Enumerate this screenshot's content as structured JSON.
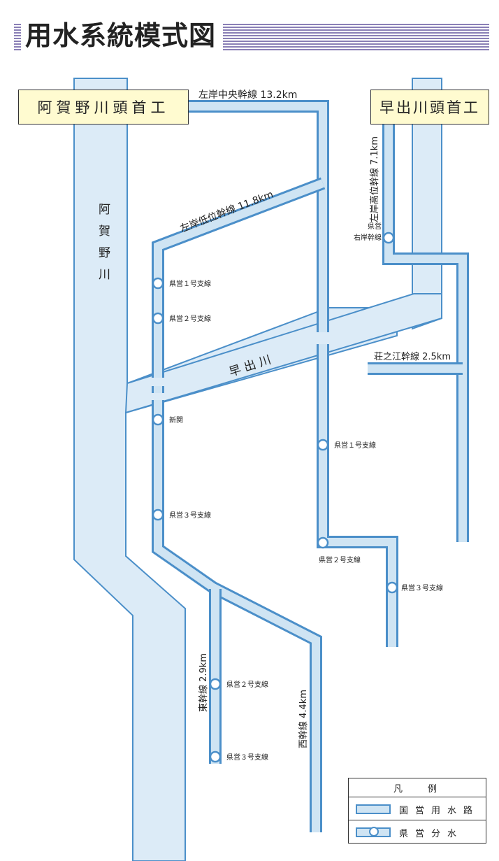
{
  "title": "用水系統模式図",
  "headworks": {
    "left": "阿賀野川頭首工",
    "right": "早出川頭首工"
  },
  "rivers": {
    "agano": "阿賀野川",
    "hayade": "早 出 川"
  },
  "canals": {
    "left_central": "左岸中央幹線 13.2km",
    "left_low": "左岸低位幹線 11.8km",
    "left_high": "左岸高位幹線 7.1km",
    "shonoe": "荘之江幹線 2.5km",
    "east": "東幹線 2.9km",
    "west": "西幹線 4.4km"
  },
  "offtakes": {
    "migi": "県営右岸幹線",
    "low_1": "県営１号支線",
    "low_2": "県営２号支線",
    "shinseki": "新関",
    "low_3": "県営３号支線",
    "central_1": "県営１号支線",
    "central_2": "県営２号支線",
    "central_3": "県営３号支線",
    "east_2": "県営２号支線",
    "east_3": "県営３号支線"
  },
  "legend": {
    "title": "凡例",
    "national": "国営用水路",
    "prefectural": "県営分水"
  },
  "colors": {
    "canal_fill": "#cfe4f3",
    "canal_stroke": "#4b8fc9",
    "river_fill": "#dcebf7",
    "headworks_fill": "#fffbd0",
    "title_stripe": "#8a7fb6"
  }
}
